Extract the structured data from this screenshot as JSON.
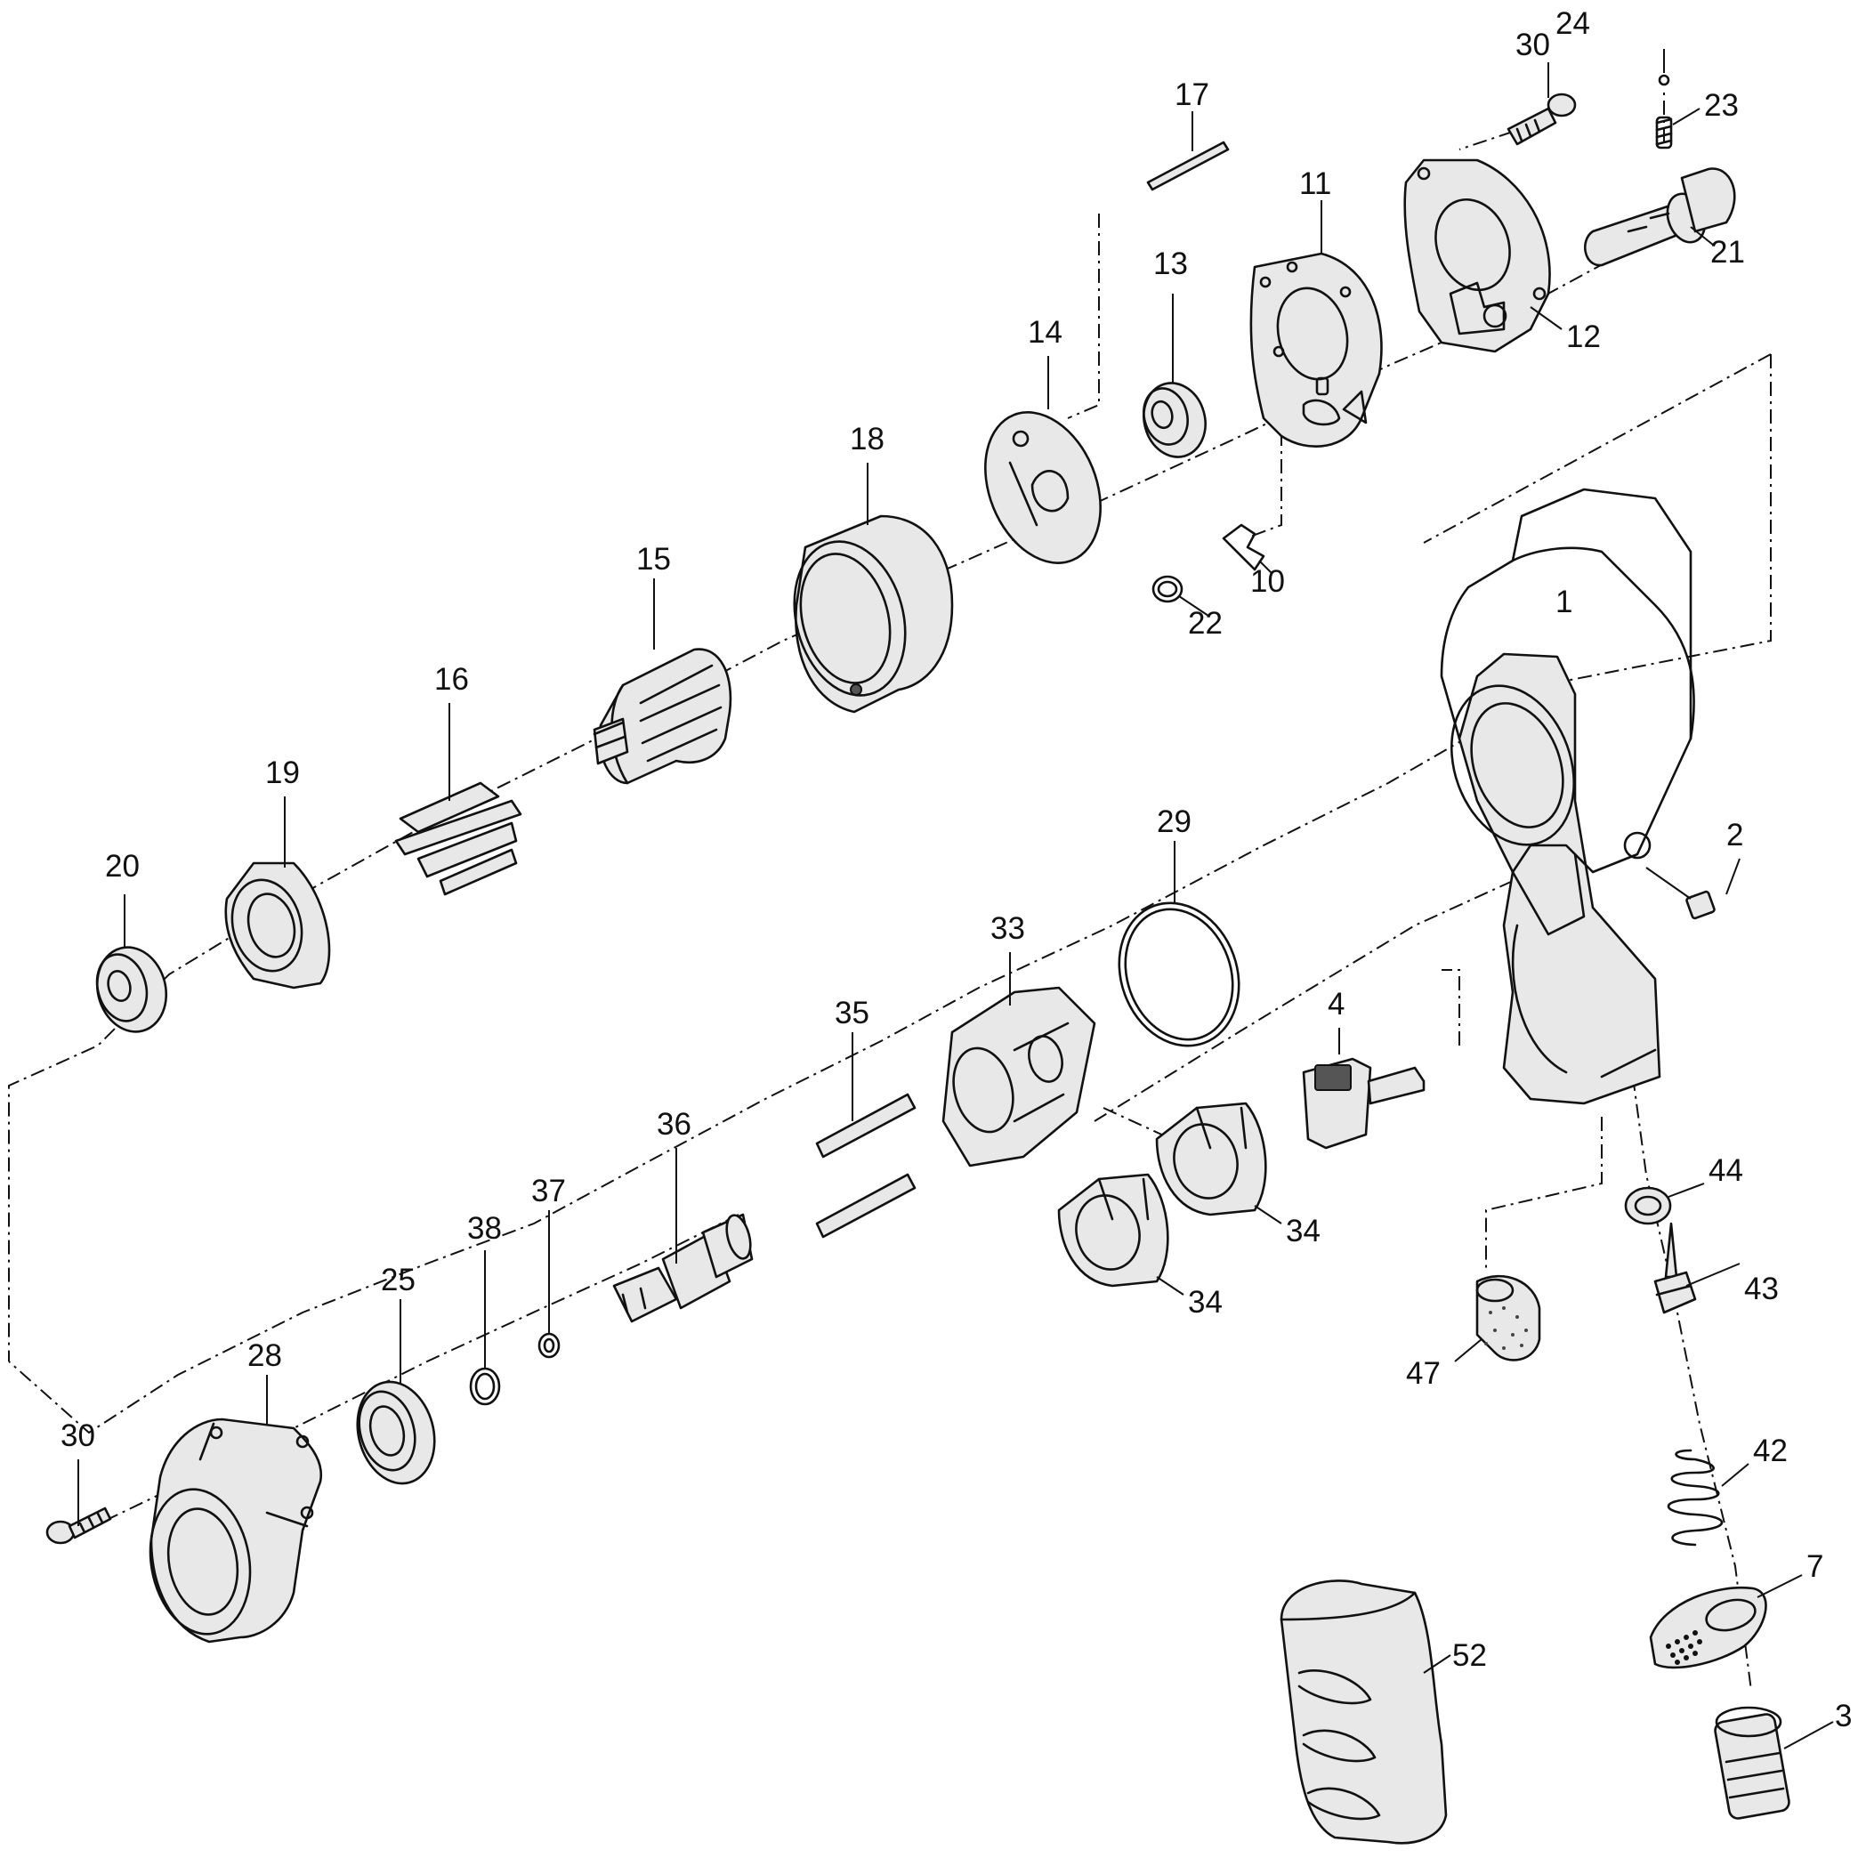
{
  "diagram": {
    "labels": {
      "p1": "1",
      "p2": "2",
      "p3": "3",
      "p4": "4",
      "p7": "7",
      "p10": "10",
      "p11": "11",
      "p12": "12",
      "p13": "13",
      "p14": "14",
      "p15": "15",
      "p16": "16",
      "p17": "17",
      "p18": "18",
      "p19": "19",
      "p20": "20",
      "p21": "21",
      "p22": "22",
      "p23": "23",
      "p24": "24",
      "p25": "25",
      "p28": "28",
      "p29": "29",
      "p30a": "30",
      "p30b": "30",
      "p33": "33",
      "p34a": "34",
      "p34b": "34",
      "p35": "35",
      "p36": "36",
      "p37": "37",
      "p38": "38",
      "p42": "42",
      "p43": "43",
      "p44": "44",
      "p47": "47",
      "p52": "52"
    }
  }
}
